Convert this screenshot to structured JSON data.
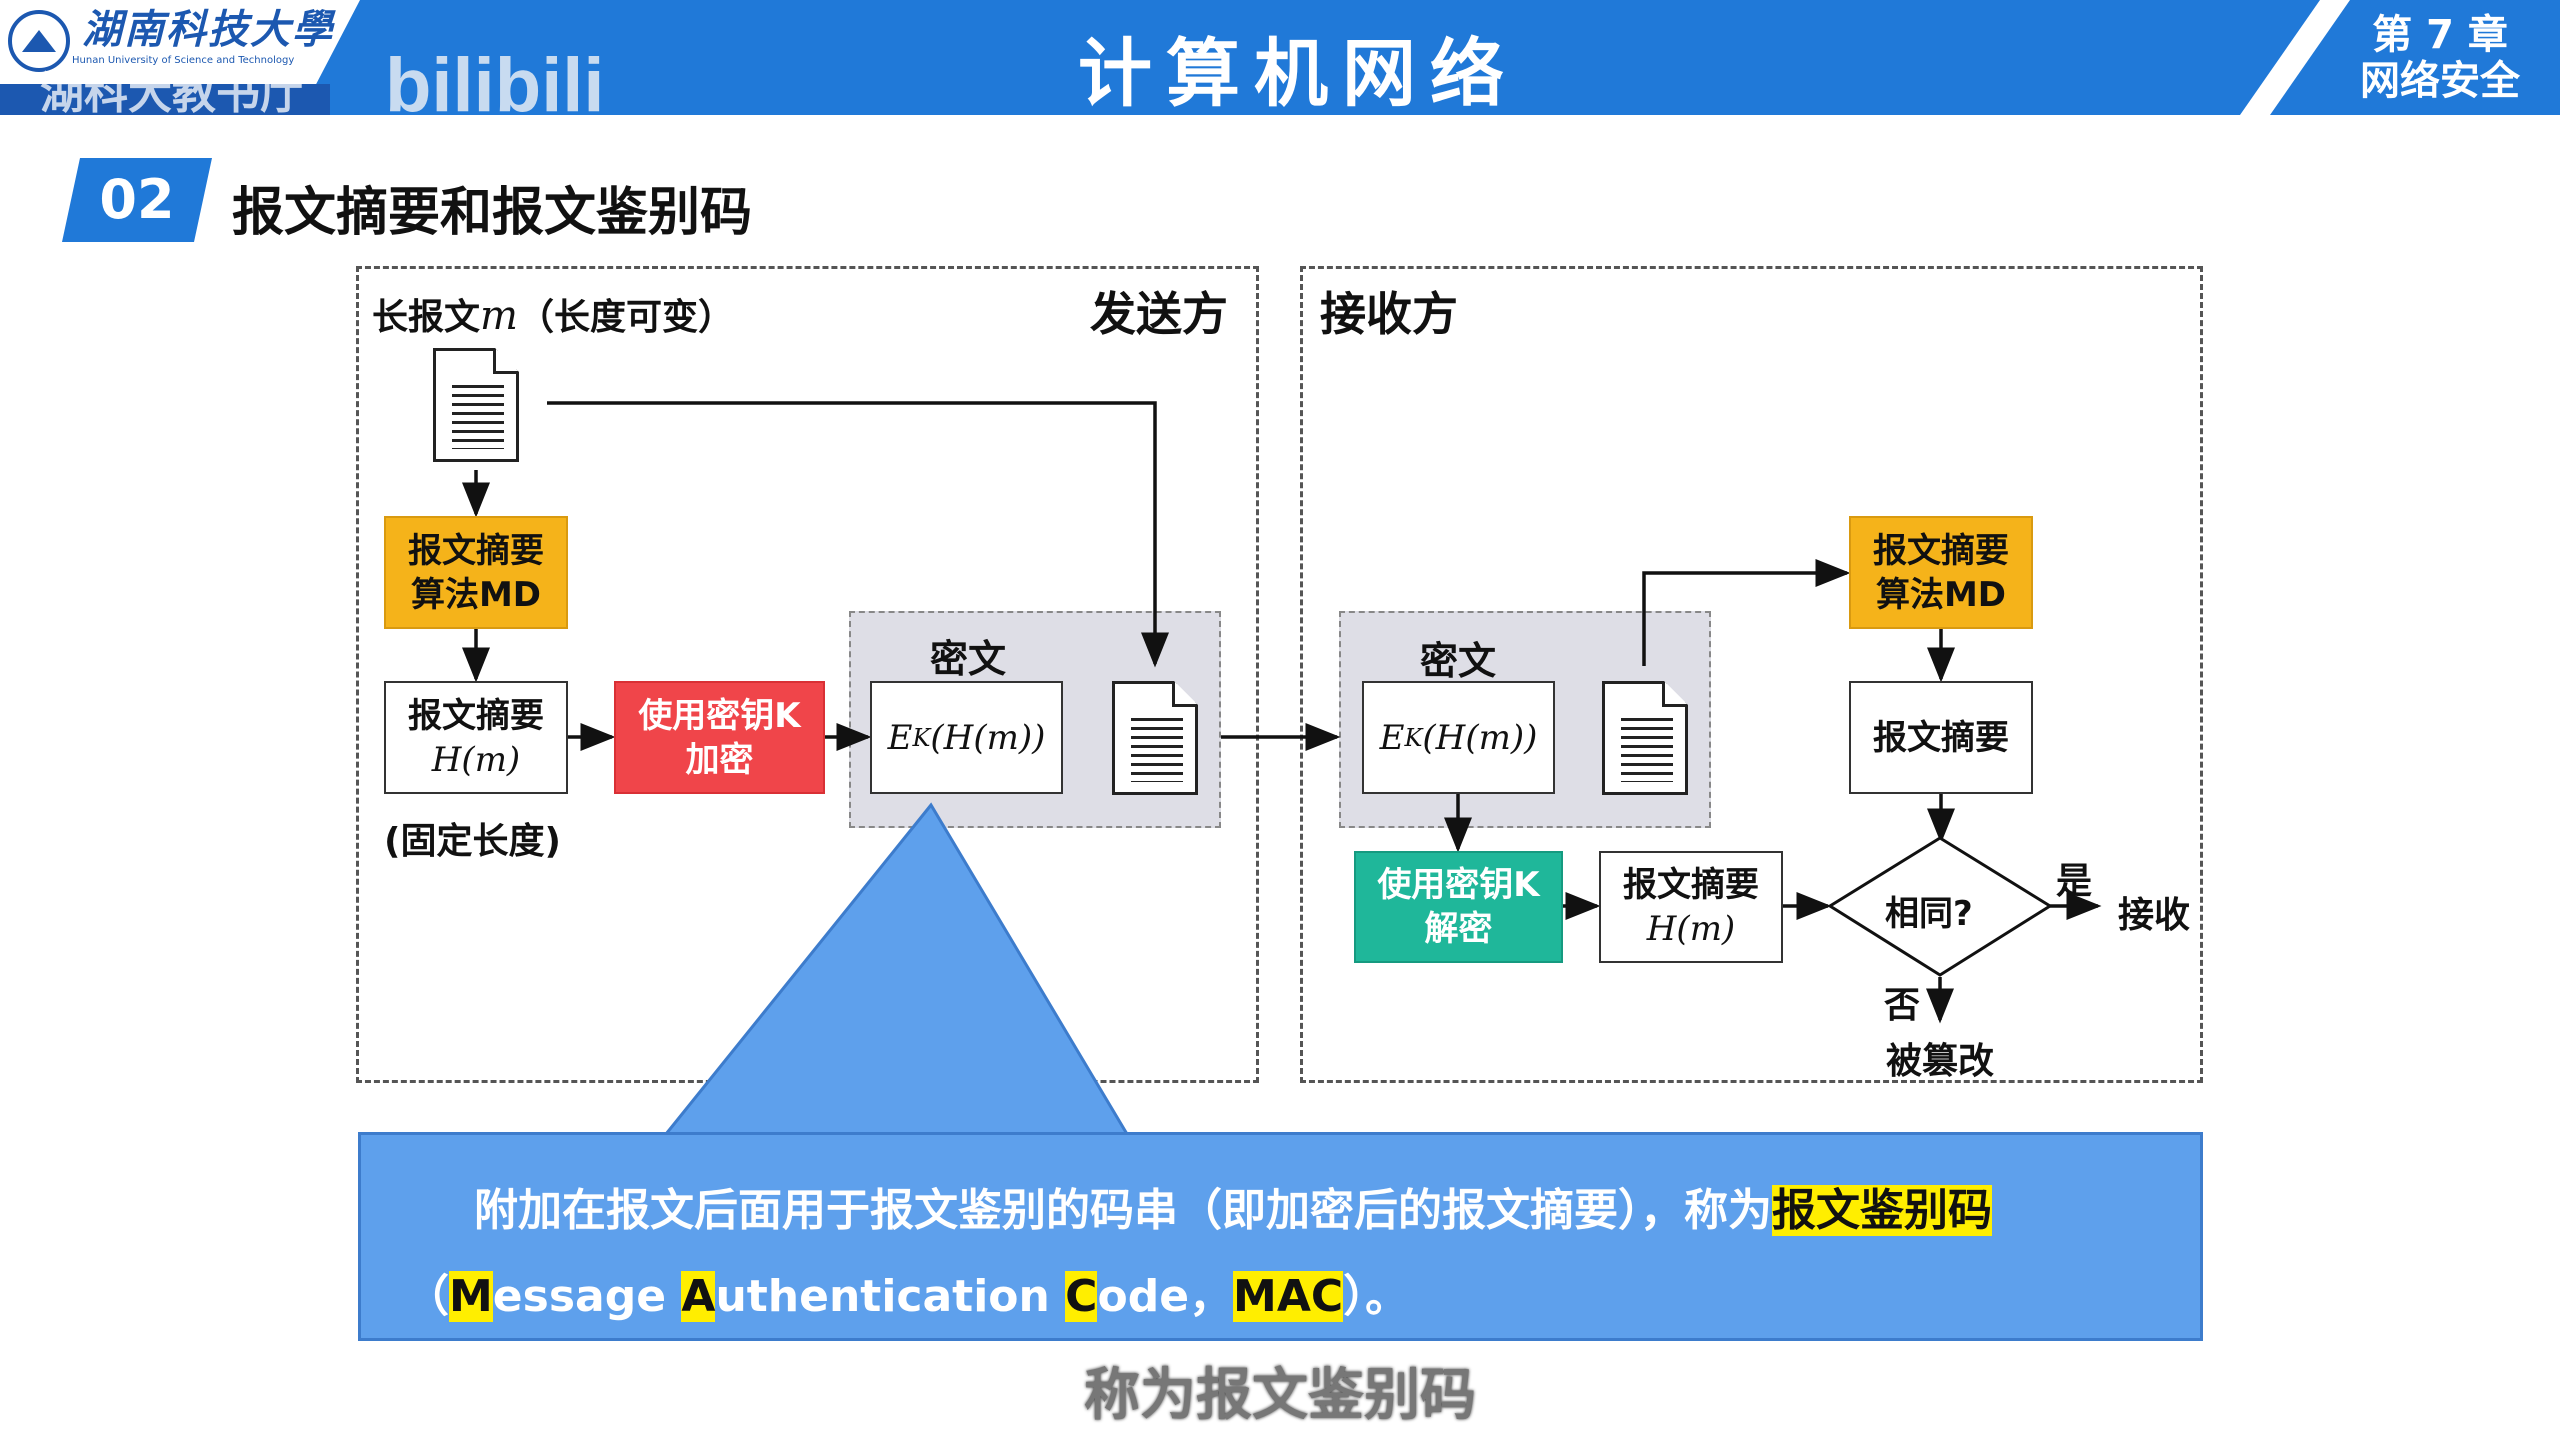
{
  "header": {
    "university_cn": "湖南科技大學",
    "university_en": "Hunan University of Science and Technology",
    "watermark": "湖科大教书厅",
    "platform_logo": "bilibili",
    "title": "计算机网络",
    "chapter": "第 7 章",
    "chapter_title": "网络安全"
  },
  "section": {
    "number": "02",
    "title": "报文摘要和报文鉴别码"
  },
  "sender": {
    "label": "发送方",
    "message_label": "长报文",
    "message_var": "m",
    "message_note": "（长度可变）",
    "md_box": [
      "报文摘要",
      "算法MD"
    ],
    "digest_box": [
      "报文摘要",
      "H(m)"
    ],
    "fixed_length": "(固定长度)",
    "encrypt_box": [
      "使用密钥K",
      "加密"
    ],
    "ciphertext_label": "密文",
    "ciphertext": "E_K(H(m))"
  },
  "receiver": {
    "label": "接收方",
    "ciphertext_label": "密文",
    "ciphertext": "E_K(H(m))",
    "md_box": [
      "报文摘要",
      "算法MD"
    ],
    "digest_box": "报文摘要",
    "decrypt_box": [
      "使用密钥K",
      "解密"
    ],
    "decrypted_digest_box": [
      "报文摘要",
      "H(m)"
    ],
    "decision": "相同?",
    "yes": "是",
    "no": "否",
    "accept": "接收",
    "tampered": "被篡改"
  },
  "callout": {
    "line1_text": "附加在报文后面用于报文鉴别的码串（即加密后的报文摘要），称为",
    "line1_highlight": "报文鉴别码",
    "line2": [
      "（",
      "M",
      "essage ",
      "A",
      "uthentication ",
      "C",
      "ode，",
      "MAC",
      "）。"
    ]
  },
  "subtitle": "称为报文鉴别码",
  "colors": {
    "header_blue": "#2079d8",
    "orange": "#f5b31a",
    "red": "#f0454a",
    "green": "#1fb79a",
    "callout_blue": "#5ea0ec",
    "highlight": "#ffee00"
  }
}
